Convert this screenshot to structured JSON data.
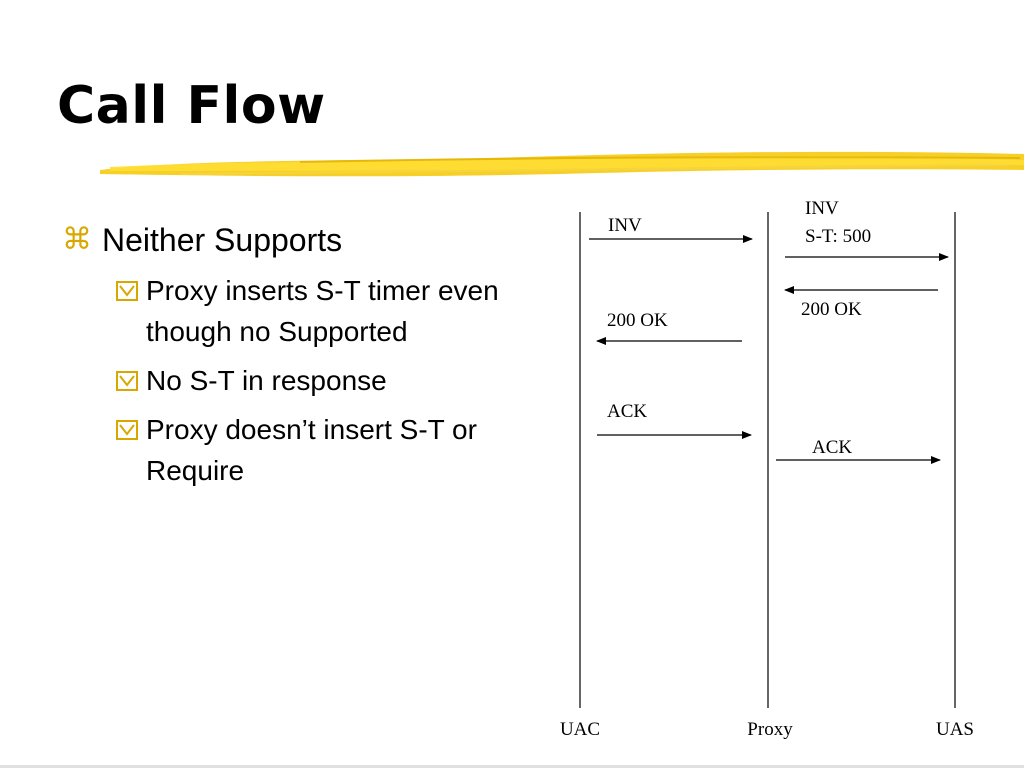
{
  "slide": {
    "title": "Call Flow",
    "bullets": {
      "main": {
        "symbol": "⌘",
        "text": "Neither Supports"
      },
      "sub": [
        {
          "text": "Proxy inserts S-T timer even though no Supported"
        },
        {
          "text": "No S-T in response"
        },
        {
          "text": "Proxy doesn’t insert S-T or Require"
        }
      ]
    }
  },
  "diagram": {
    "entities": [
      "UAC",
      "Proxy",
      "UAS"
    ],
    "messages": [
      {
        "from": "UAC",
        "to": "Proxy",
        "lines": [
          "INV"
        ]
      },
      {
        "from": "Proxy",
        "to": "UAS",
        "lines": [
          "INV",
          "S-T: 500"
        ]
      },
      {
        "from": "UAS",
        "to": "Proxy",
        "lines": [
          "200 OK"
        ]
      },
      {
        "from": "Proxy",
        "to": "UAC",
        "lines": [
          "200 OK"
        ]
      },
      {
        "from": "UAC",
        "to": "Proxy",
        "lines": [
          "ACK"
        ]
      },
      {
        "from": "Proxy",
        "to": "UAS",
        "lines": [
          "ACK"
        ]
      }
    ]
  },
  "colors": {
    "accent": "#f2c200",
    "bullet": "#d9a800"
  }
}
